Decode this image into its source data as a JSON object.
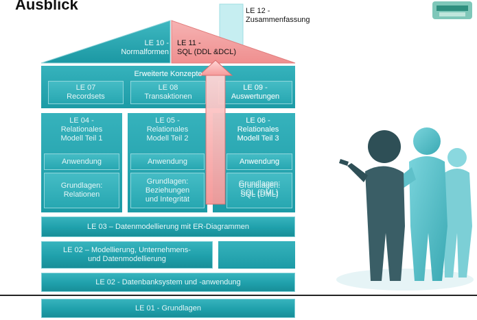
{
  "slide_title": "Ausblick",
  "roof": {
    "left_label": "LE 10 -\nNormalformen",
    "right_label": "LE 11 -\nSQL (DDL &DCL)",
    "chimney_label": "LE 12 -\nZusammenfassung"
  },
  "advanced": {
    "heading": "Erweiterte Konzepte",
    "items": [
      "LE 07\nRecordsets",
      "LE 08\nTransaktionen",
      "LE 09 -\nAuswertungen"
    ]
  },
  "relational": [
    {
      "title": "LE 04 -\nRelationales\nModell Teil 1",
      "application": "Anwendung",
      "basics": "Grundlagen:\nRelationen"
    },
    {
      "title": "LE 05 -\nRelationales\nModell Teil 2",
      "application": "Anwendung",
      "basics": "Grundlagen:\nBeziehungen\nund Integrität"
    },
    {
      "title": "LE 06 -\nRelationales\nModell Teil 3",
      "application": "Anwendung",
      "basics": "Grundlagen:\nSQL (DML)"
    }
  ],
  "layers": {
    "le03": "LE 03 – Datenmodellierung mit ER-Diagrammen",
    "le02a": "LE 02 – Modellierung, Unternehmens-\nund Datenmodellierung",
    "le02b": "LE 02 - Datenbanksystem und -anwendung",
    "le01": "LE 01 - Grundlagen"
  },
  "colors": {
    "teal": "#1fa0ab",
    "highlight_red": "#f29a9a",
    "chimney": "#c6eef1"
  }
}
